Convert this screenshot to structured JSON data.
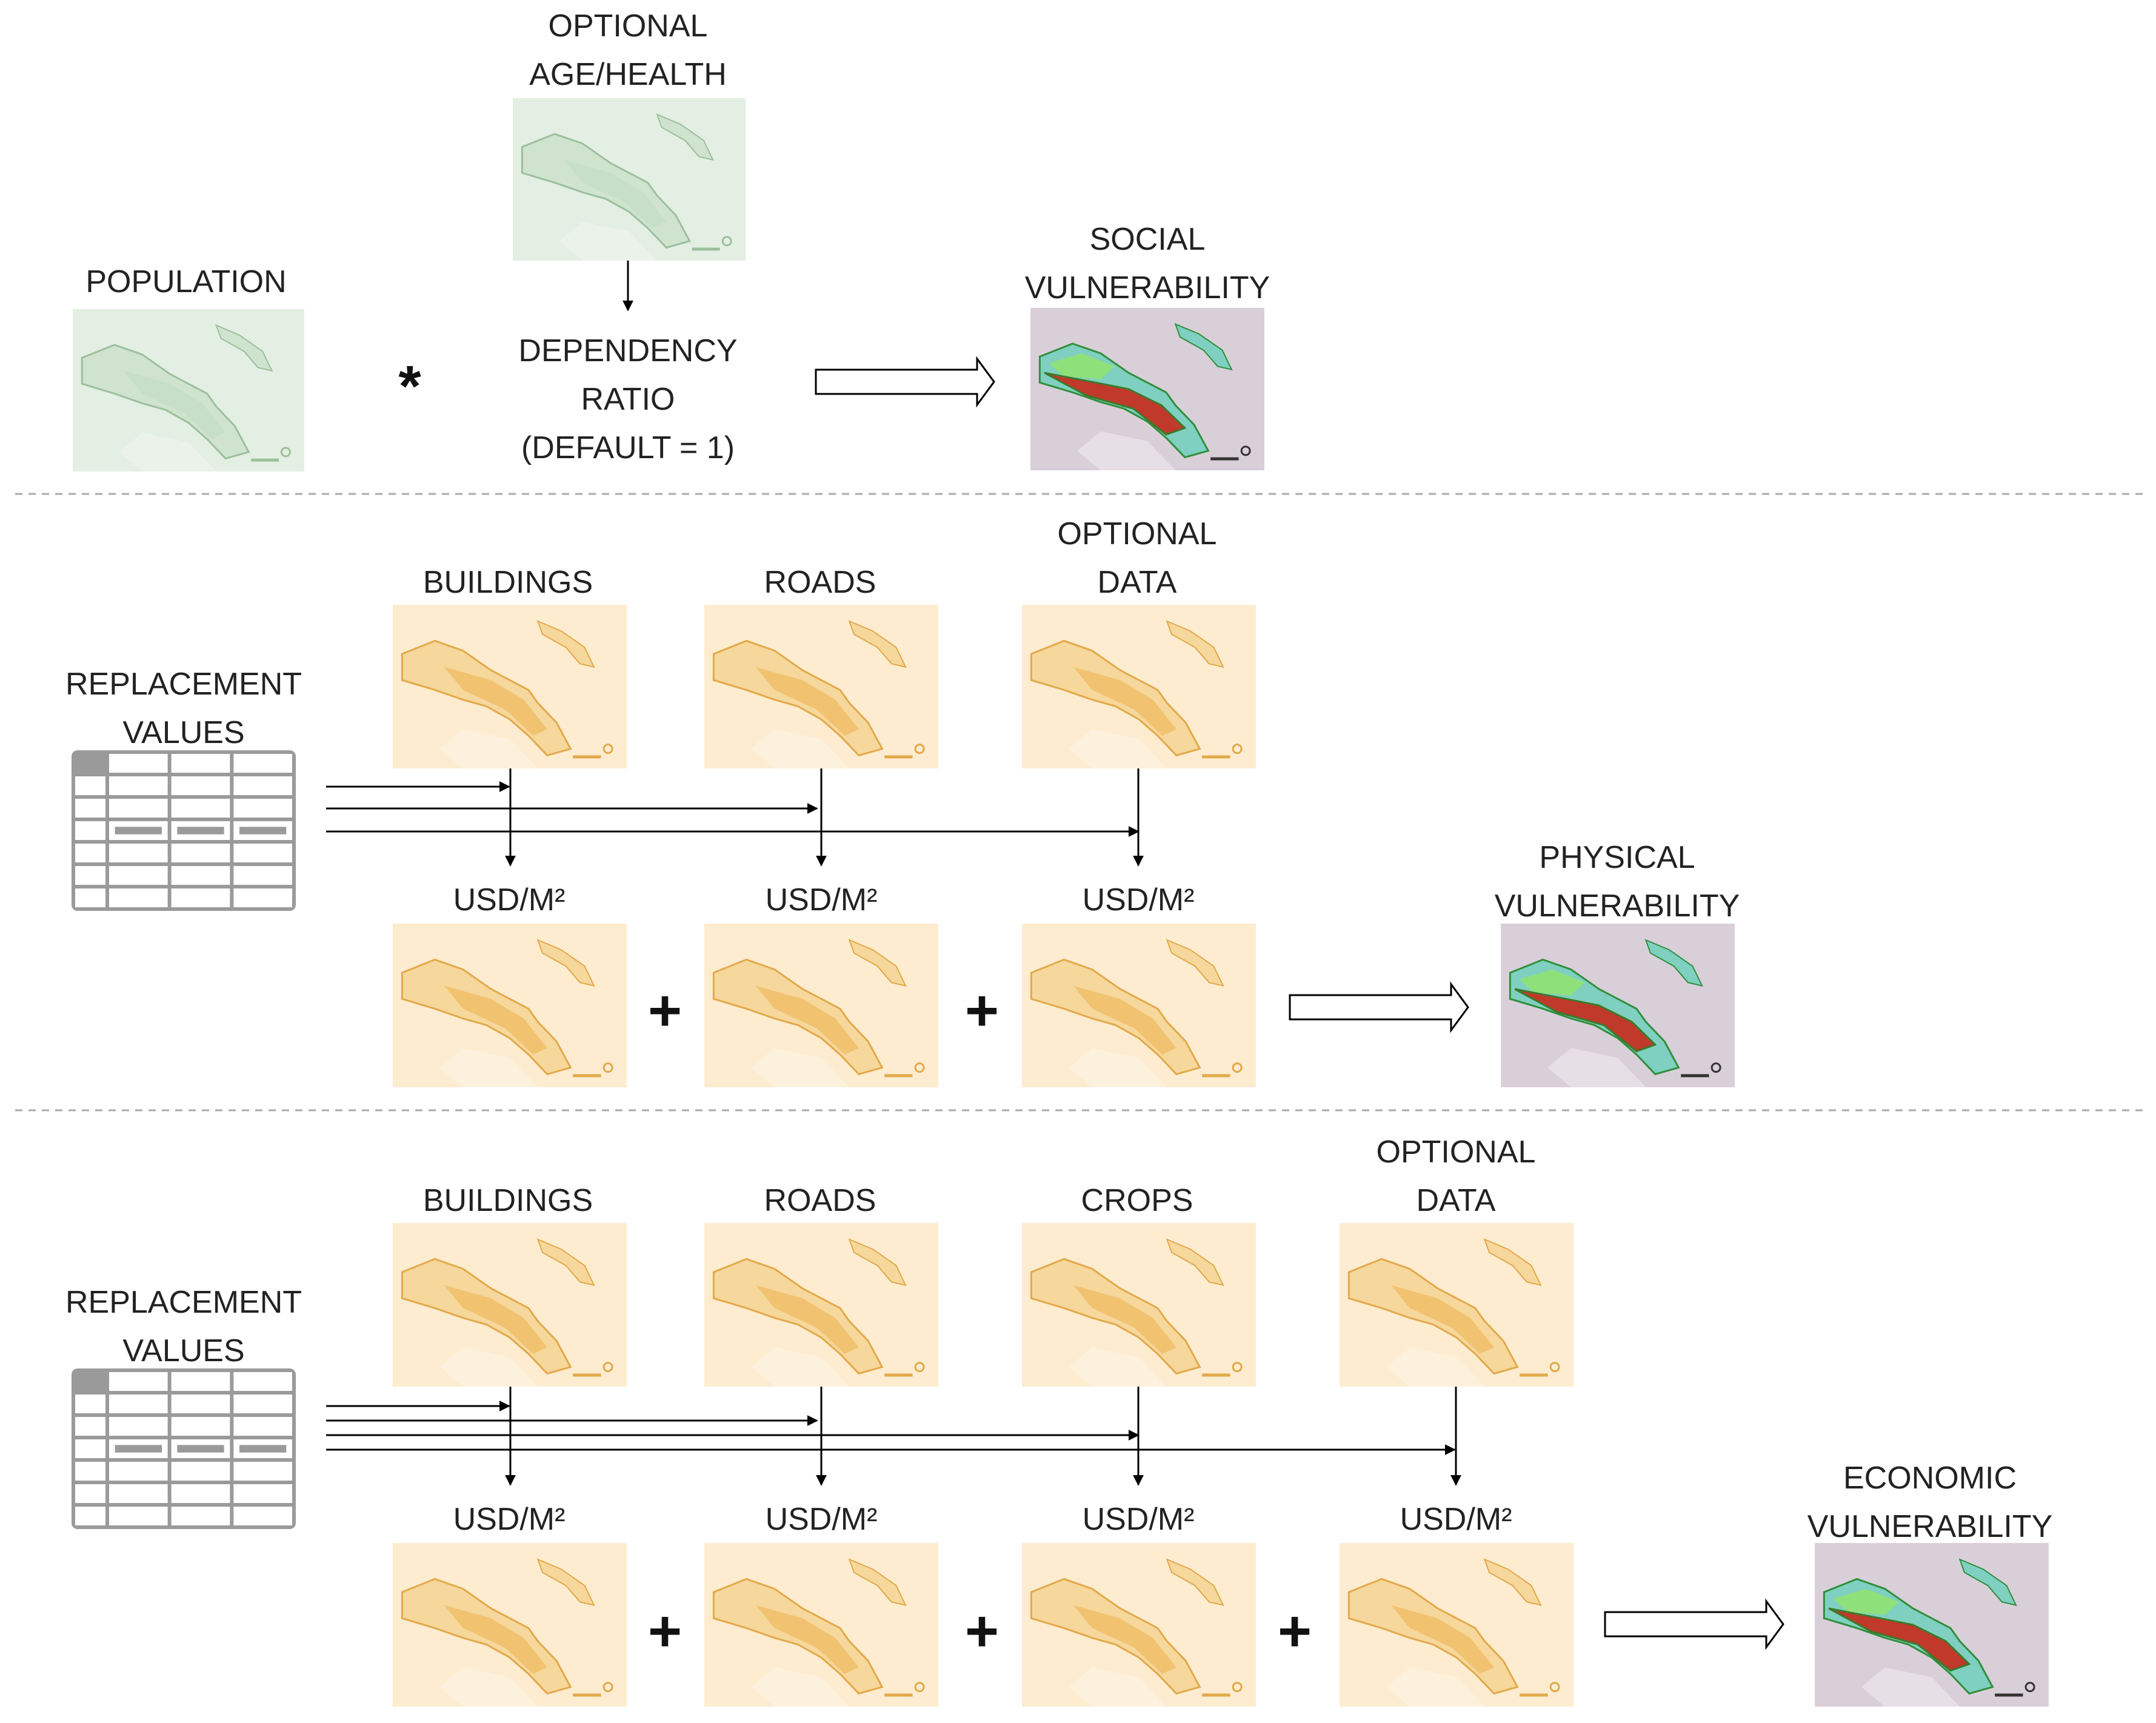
{
  "social": {
    "population_label": "POPULATION",
    "optional_label": [
      "OPTIONAL",
      "AGE/HEALTH"
    ],
    "dependency_label": [
      "DEPENDENCY",
      "RATIO",
      "(DEFAULT = 1)"
    ],
    "operator": "*",
    "result_label": [
      "SOCIAL",
      "VULNERABILITY"
    ]
  },
  "physical": {
    "replacement_label": [
      "REPLACEMENT",
      "VALUES"
    ],
    "inputs": [
      [
        "BUILDINGS"
      ],
      [
        "ROADS"
      ],
      [
        "OPTIONAL",
        "DATA"
      ]
    ],
    "unit_label": "USD/M²",
    "operator": "+",
    "result_label": [
      "PHYSICAL",
      "VULNERABILITY"
    ]
  },
  "economic": {
    "replacement_label": [
      "REPLACEMENT",
      "VALUES"
    ],
    "inputs": [
      [
        "BUILDINGS"
      ],
      [
        "ROADS"
      ],
      [
        "CROPS"
      ],
      [
        "OPTIONAL",
        "DATA"
      ]
    ],
    "unit_label": "USD/M²",
    "operator": "+",
    "result_label": [
      "ECONOMIC",
      "VULNERABILITY"
    ]
  },
  "colors": {
    "population_map": "#dcebdc",
    "value_map": "#fbe6c4",
    "vulnerability_map": "#d8cdd8",
    "table": "#9a9a9a"
  }
}
